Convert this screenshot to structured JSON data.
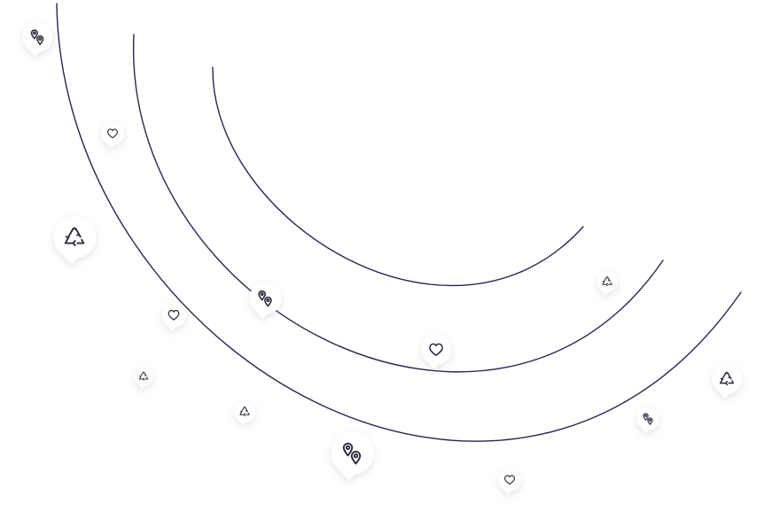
{
  "colors": {
    "arc_stroke": "#2a2550",
    "icon_stroke": "#2b2b3a",
    "bubble_fill": "#ffffff",
    "bubble_shadow": "#9aa0b0"
  },
  "arcs": [
    {
      "name": "arc-inner"
    },
    {
      "name": "arc-middle"
    },
    {
      "name": "arc-outer"
    }
  ],
  "markers": [
    {
      "name": "location-pins-marker-top-left",
      "icon": "location-pins-icon"
    },
    {
      "name": "heart-marker-upper-left",
      "icon": "heart-icon"
    },
    {
      "name": "recycle-marker-left",
      "icon": "recycle-icon"
    },
    {
      "name": "location-pins-marker-center",
      "icon": "location-pins-icon"
    },
    {
      "name": "heart-marker-left",
      "icon": "heart-icon"
    },
    {
      "name": "recycle-marker-small-left",
      "icon": "recycle-icon"
    },
    {
      "name": "recycle-marker-bottom-left",
      "icon": "recycle-icon"
    },
    {
      "name": "heart-marker-center",
      "icon": "heart-icon"
    },
    {
      "name": "location-pins-marker-bottom",
      "icon": "location-pins-icon"
    },
    {
      "name": "heart-marker-bottom",
      "icon": "heart-icon"
    },
    {
      "name": "recycle-marker-right-inner",
      "icon": "recycle-icon"
    },
    {
      "name": "location-pins-marker-right",
      "icon": "location-pins-icon"
    },
    {
      "name": "recycle-marker-far-right",
      "icon": "recycle-icon"
    }
  ]
}
